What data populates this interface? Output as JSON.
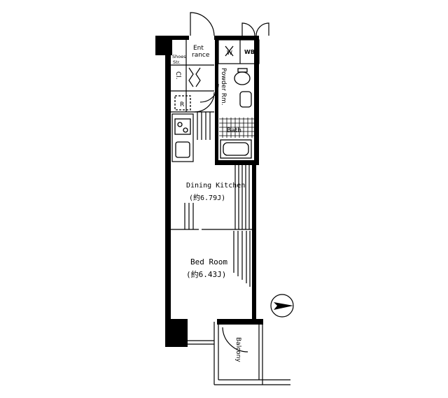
{
  "rooms": {
    "entrance": {
      "line1": "Ent",
      "line2": "rance"
    },
    "shoes_storage": {
      "line1": "Shoes",
      "line2": "Str."
    },
    "closet": "Cl.",
    "refrigerator": "R",
    "washer": "W",
    "wash_basin": "WB",
    "powder_room": "Powder Rm.",
    "bath": "Bath",
    "dining_kitchen": {
      "name": "Dining Kitchen",
      "area": "(約6.79J)"
    },
    "bed_room": {
      "name": "Bed Room",
      "area": "(約6.43J)"
    },
    "balcony": "Balcony"
  },
  "compass": {
    "icon": "north-arrow-icon"
  }
}
